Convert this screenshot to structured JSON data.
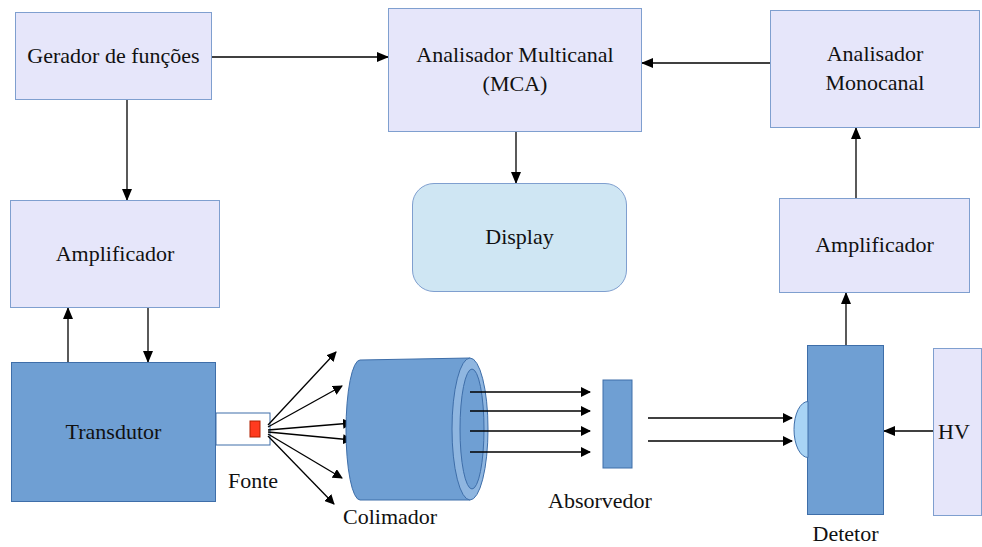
{
  "diagram": {
    "nodes": [
      {
        "text": [
          "Gerador de funções"
        ]
      },
      {
        "text": [
          "Analisador Multicanal (MCA)"
        ]
      },
      {
        "text": [
          "Analisador Monocanal"
        ]
      },
      {
        "text": [
          "Amplificador"
        ]
      },
      {
        "text": [
          "Display"
        ]
      },
      {
        "text": [
          "Amplificador"
        ]
      },
      {
        "text": [
          "Transdutor"
        ]
      },
      {
        "text": [
          "Detetor"
        ]
      },
      {
        "text": [
          "HV"
        ]
      }
    ],
    "edges": [
      {
        "from": 0,
        "to": 1,
        "arrow": "to"
      },
      {
        "from": 0,
        "to": 3,
        "arrow": "to"
      },
      {
        "from": 3,
        "to": 6,
        "arrow": "to"
      },
      {
        "from": 6,
        "to": 3,
        "arrow": "to"
      },
      {
        "from": 2,
        "to": 1,
        "arrow": "to"
      },
      {
        "from": 1,
        "to": 4,
        "arrow": "to"
      },
      {
        "from": 5,
        "to": 2,
        "arrow": "to"
      },
      {
        "from": 7,
        "to": 5,
        "arrow": "to"
      },
      {
        "from": 8,
        "to": 7,
        "arrow": "to"
      }
    ],
    "labels": [
      "Fonte",
      "Colimador",
      "Absorvedor"
    ]
  }
}
